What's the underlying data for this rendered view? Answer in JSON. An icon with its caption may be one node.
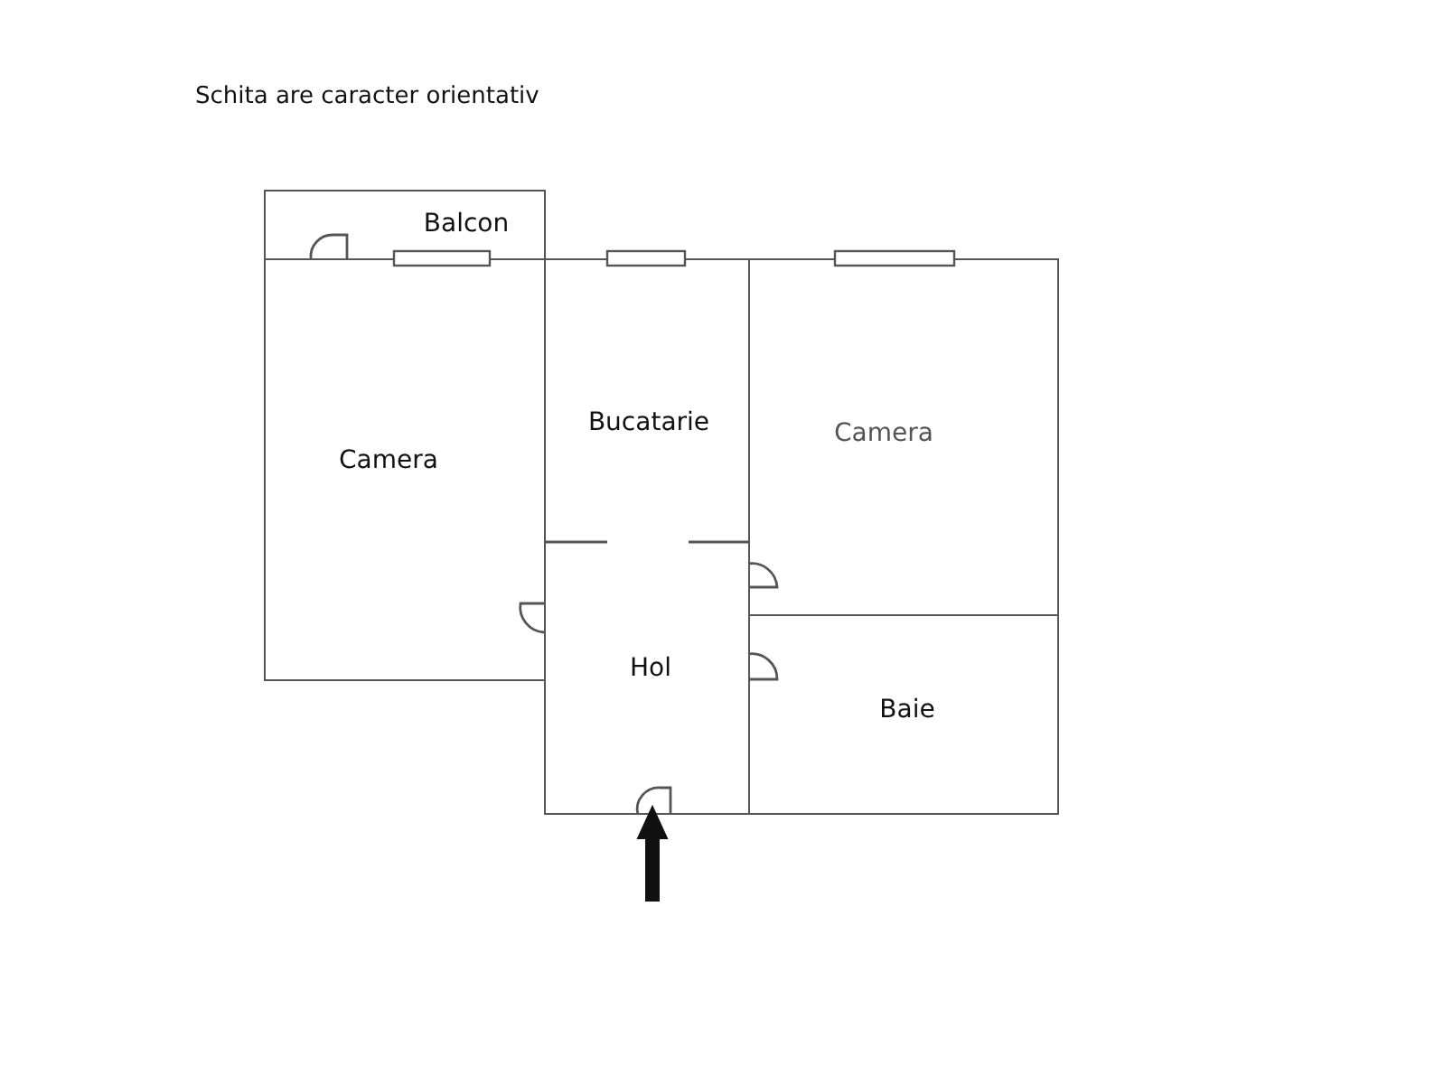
{
  "diagram": {
    "title": "Schita are caracter orientativ",
    "nodes": [
      {
        "text": [
          "Balcon"
        ]
      },
      {
        "text": [
          "Camera"
        ]
      },
      {
        "text": [
          "Bucatarie"
        ]
      },
      {
        "text": [
          "Camera"
        ]
      },
      {
        "text": [
          "Hol"
        ]
      },
      {
        "text": [
          "Baie"
        ]
      }
    ],
    "edges": [
      {
        "from": null,
        "to": 4,
        "arrow": "to"
      }
    ]
  }
}
